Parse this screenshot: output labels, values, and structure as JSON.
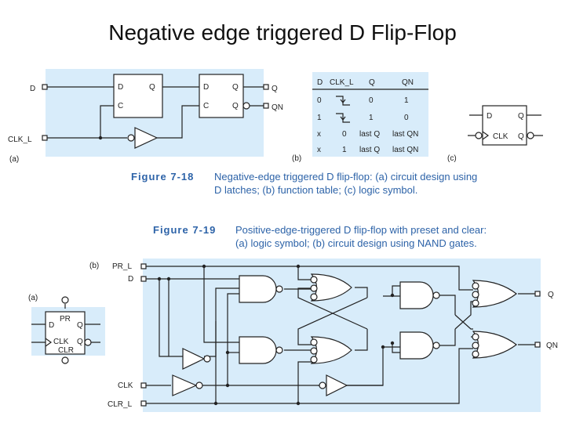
{
  "title": "Negative edge triggered D Flip-Flop",
  "fig18": {
    "caption_num": "Figure 7-18",
    "caption_line1": "Negative-edge triggered D flip-flop: (a) circuit design using",
    "caption_line2": "D latches; (b) function table; (c) logic symbol.",
    "part_a": "(a)",
    "part_b": "(b)",
    "part_c": "(c)",
    "in_d": "D",
    "in_clk": "CLK_L",
    "out_q": "Q",
    "out_qn": "QN",
    "latch1": {
      "d": "D",
      "c": "C",
      "q": "Q"
    },
    "latch2": {
      "d": "D",
      "c": "C",
      "q": "Q"
    },
    "table": {
      "headers": [
        "D",
        "CLK_L",
        "Q",
        "QN"
      ],
      "rows": [
        [
          "0",
          "",
          "0",
          "1"
        ],
        [
          "1",
          "",
          "1",
          "0"
        ],
        [
          "x",
          "0",
          "last Q",
          "last QN"
        ],
        [
          "x",
          "1",
          "last Q",
          "last QN"
        ]
      ]
    },
    "symbol": {
      "d": "D",
      "q": "Q",
      "clk": "CLK"
    }
  },
  "fig19": {
    "caption_num": "Figure 7-19",
    "caption_line1": "Positive-edge-triggered D flip-flop with preset and clear:",
    "caption_line2": "(a) logic symbol; (b) circuit design using NAND gates.",
    "part_a": "(a)",
    "part_b": "(b)",
    "symbol": {
      "pr": "PR",
      "d": "D",
      "q": "Q",
      "clk": "CLK",
      "clr": "CLR"
    },
    "inputs": {
      "pr": "PR_L",
      "d": "D",
      "clk": "CLK",
      "clr": "CLR_L"
    },
    "outputs": {
      "q": "Q",
      "qn": "QN"
    }
  },
  "colors": {
    "panel": "#d8ecfa",
    "caption": "#2d63a8"
  }
}
